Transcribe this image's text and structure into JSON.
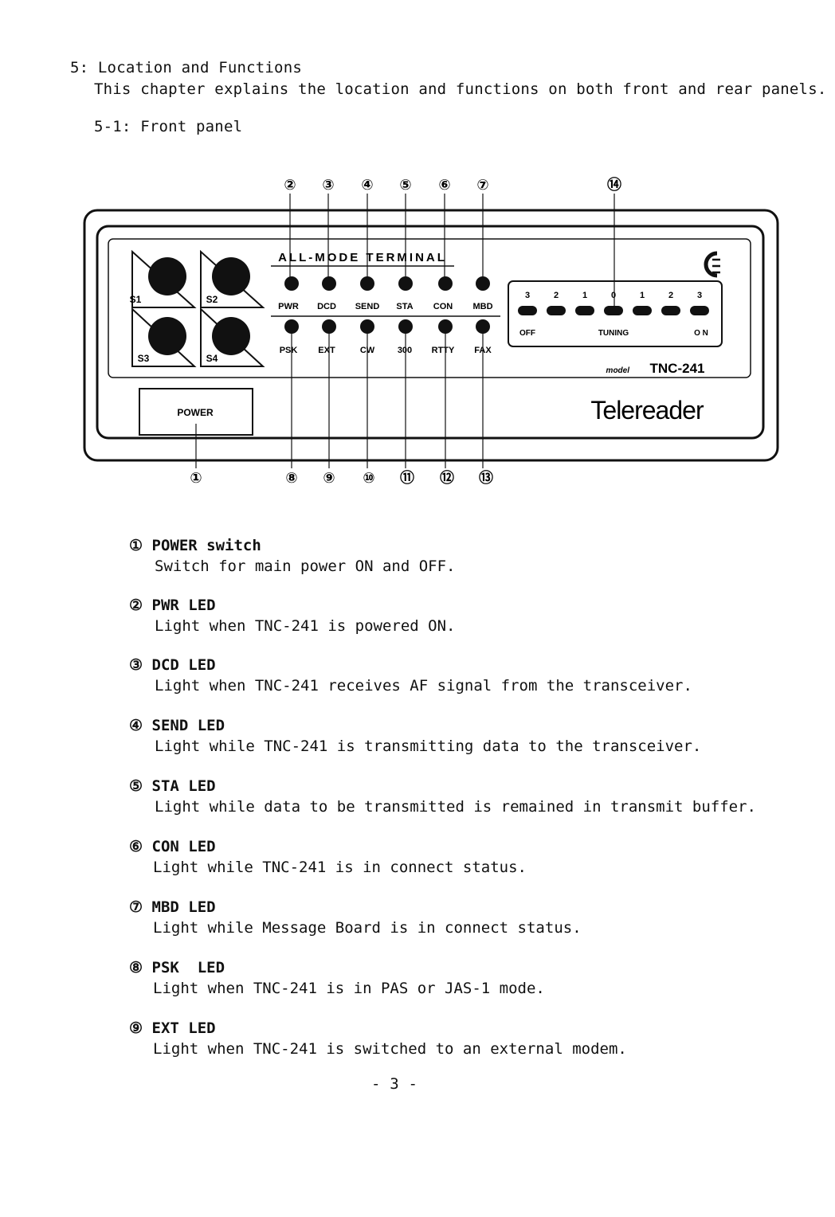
{
  "header": {
    "section_title": "5: Location and Functions",
    "intro": "This chapter explains the location and functions on both front and rear panels.",
    "subsection": "5-1: Front panel"
  },
  "panel": {
    "callouts_top": [
      "②",
      "③",
      "④",
      "⑤",
      "⑥",
      "⑦",
      "⑭"
    ],
    "callouts_bottom": [
      "①",
      "⑧",
      "⑨",
      "⑩",
      "⑪",
      "⑫",
      "⑬"
    ],
    "brand_line": "ALL-MODE TERMINAL",
    "led_labels_top": [
      "PWR",
      "DCD",
      "SEND",
      "STA",
      "CON",
      "MBD"
    ],
    "led_labels_bottom": [
      "PSK",
      "EXT",
      "CW",
      "300",
      "RTTY",
      "FAX"
    ],
    "knobs": [
      "S1",
      "S2",
      "S3",
      "S4"
    ],
    "tuning_scale": [
      "3",
      "2",
      "1",
      "0",
      "1",
      "2",
      "3"
    ],
    "tuning_left": "OFF",
    "tuning_center": "TUNING",
    "tuning_right": "O N",
    "model_prefix": "model",
    "model": "TNC-241",
    "brand": "Telereader",
    "power_label": "POWER"
  },
  "items": [
    {
      "num": "①",
      "title": "POWER switch",
      "desc": "Switch for main power ON and OFF."
    },
    {
      "num": "②",
      "title": "PWR LED",
      "desc": "Light when TNC-241 is powered ON."
    },
    {
      "num": "③",
      "title": "DCD LED",
      "desc": "Light when TNC-241 receives AF signal from the transceiver."
    },
    {
      "num": "④",
      "title": "SEND LED",
      "desc": "Light while TNC-241 is transmitting data to the transceiver."
    },
    {
      "num": "⑤",
      "title": "STA LED",
      "desc": "Light while data to be transmitted is remained in transmit buffer."
    },
    {
      "num": "⑥",
      "title": "CON LED",
      "desc": "Light while TNC-241 is in connect status."
    },
    {
      "num": "⑦",
      "title": "MBD LED",
      "desc": "Light while Message Board is in connect status."
    },
    {
      "num": "⑧",
      "title": "PSK  LED",
      "desc": "Light when TNC-241 is in PAS or JAS-1 mode."
    },
    {
      "num": "⑨",
      "title": "EXT LED",
      "desc": "Light when TNC-241 is switched to an external modem."
    }
  ],
  "footer": {
    "page": "- 3 -"
  }
}
